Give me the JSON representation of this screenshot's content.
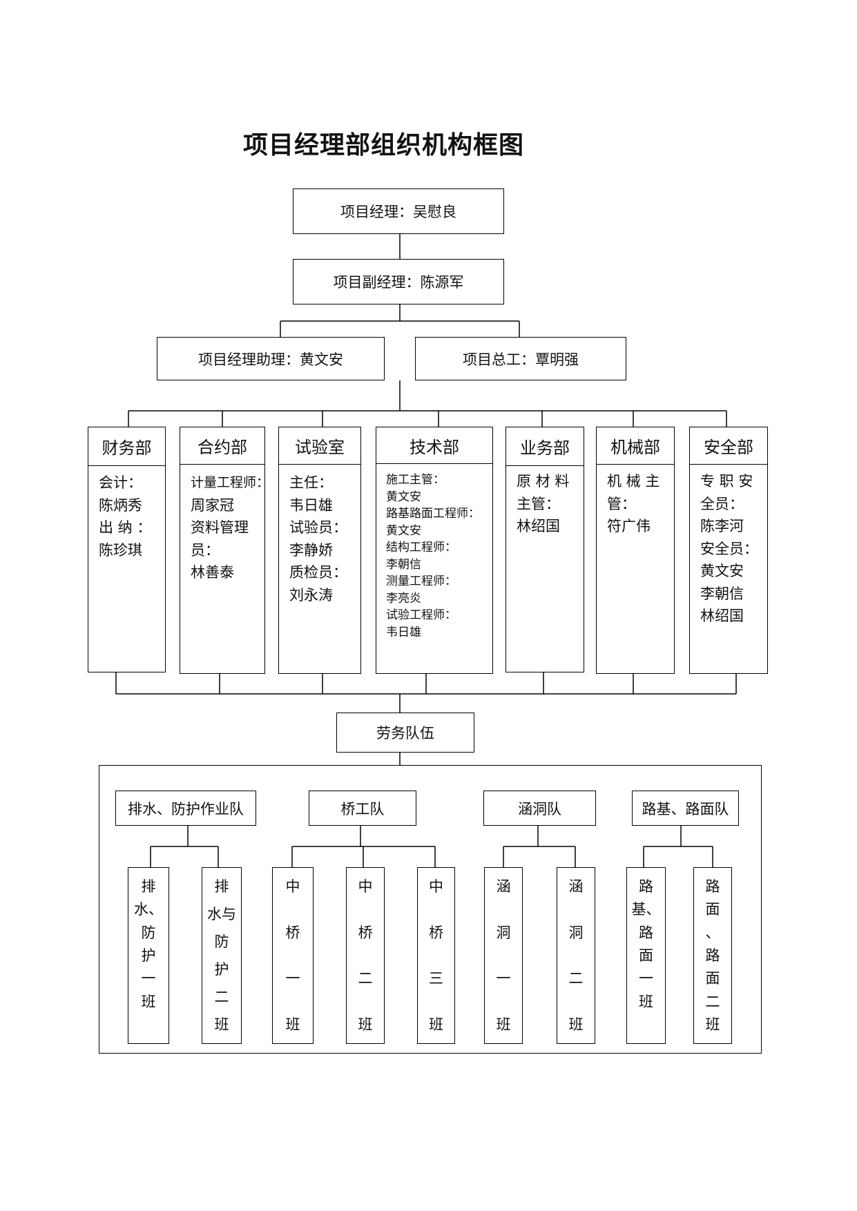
{
  "title": "项目经理部组织机构框图",
  "manager": "项目经理：吴慰良",
  "deputy_manager": "项目副经理：陈源军",
  "assistant": "项目经理助理：黄文安",
  "chief_engineer": "项目总工：覃明强",
  "departments": [
    {
      "name": "财务部",
      "lines": [
        "会计：",
        "陈炳秀",
        "出 纳 ：",
        "陈珍琪"
      ]
    },
    {
      "name": "合约部",
      "lines": [
        "计量工程师：",
        "周家冠",
        "资料管理",
        "员：",
        "林善泰"
      ]
    },
    {
      "name": "试验室",
      "lines": [
        "主任：",
        "韦日雄",
        "试验员：",
        "李静娇",
        "质检员：",
        "刘永涛"
      ]
    },
    {
      "name": "技术部",
      "lines": [
        "施工主管：",
        "黄文安",
        "路基路面工程师：",
        "黄文安",
        "结构工程师：",
        "李朝信",
        "测量工程师：",
        "李亮炎",
        "试验工程师：",
        "韦日雄"
      ]
    },
    {
      "name": "业务部",
      "lines": [
        "原 材 料",
        "主管：",
        "林绍国"
      ]
    },
    {
      "name": "机械部",
      "lines": [
        "机 械 主",
        "管：",
        "符广伟"
      ]
    },
    {
      "name": "安全部",
      "lines": [
        "专 职 安",
        "全员：",
        "陈李河",
        "安全员：",
        "黄文安",
        "李朝信",
        "林绍国"
      ]
    }
  ],
  "labor": "劳务队伍",
  "teams": [
    {
      "name": "排水、防护作业队",
      "crews": [
        [
          "排",
          "水、",
          "防",
          "护",
          "一",
          "班"
        ],
        [
          "排",
          "水与",
          "防",
          "护",
          "二",
          "班"
        ]
      ]
    },
    {
      "name": "桥工队",
      "crews": [
        [
          "中",
          "桥",
          "一",
          "班"
        ],
        [
          "中",
          "桥",
          "二",
          "班"
        ],
        [
          "中",
          "桥",
          "三",
          "班"
        ]
      ]
    },
    {
      "name": "涵洞队",
      "crews": [
        [
          "涵",
          "洞",
          "一",
          "班"
        ],
        [
          "涵",
          "洞",
          "二",
          "班"
        ]
      ]
    },
    {
      "name": "路基、路面队",
      "crews": [
        [
          "路",
          "基、",
          "路",
          "面",
          "一",
          "班"
        ],
        [
          "路",
          "面",
          "、",
          "路",
          "面",
          "二",
          "班"
        ]
      ]
    }
  ]
}
